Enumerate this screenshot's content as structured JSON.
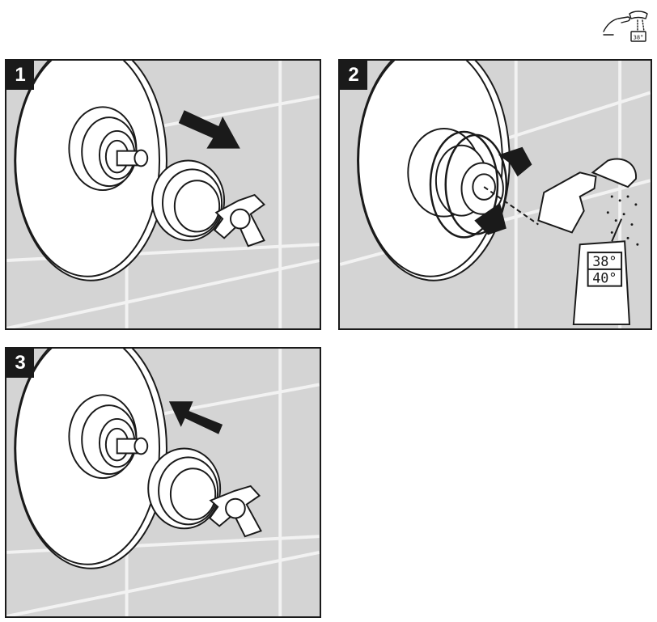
{
  "header_icon": {
    "name": "shower-thermometer-icon",
    "reading": "38°"
  },
  "steps": [
    {
      "number": "1"
    },
    {
      "number": "2",
      "thermometer": {
        "line1": "38°",
        "line2": "40°"
      }
    },
    {
      "number": "3"
    }
  ],
  "colors": {
    "tile": "#d4d4d4",
    "grout": "#f2f2f2",
    "ink": "#1a1a1a",
    "fill": "#ffffff",
    "badge": "#1a1a1a"
  }
}
